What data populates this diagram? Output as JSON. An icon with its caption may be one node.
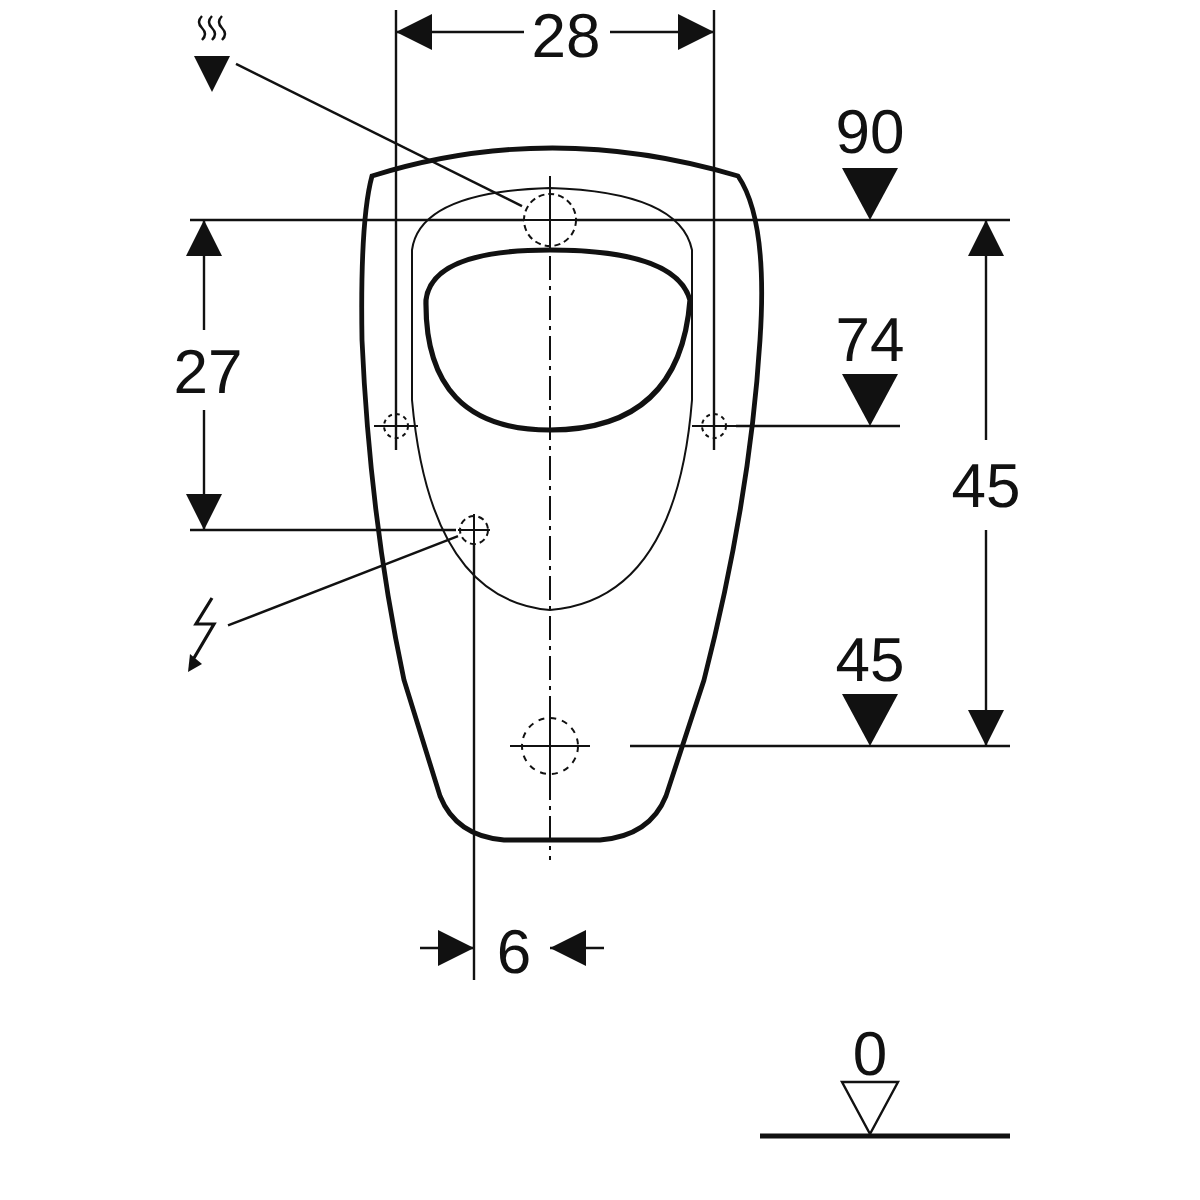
{
  "diagram": {
    "nodes": [
      {
        "text": [],
        "shape": "picture"
      },
      {
        "text": [],
        "shape": "circle"
      },
      {
        "text": [],
        "shape": "picture"
      },
      {
        "text": [],
        "shape": "circle"
      }
    ],
    "edges": [
      {
        "from": 0,
        "to": 1,
        "arrow": "none"
      },
      {
        "from": 2,
        "to": 3,
        "arrow": "none"
      }
    ],
    "labels": [
      "28",
      "90",
      "74",
      "27",
      "45",
      "45",
      "6",
      "0"
    ]
  }
}
